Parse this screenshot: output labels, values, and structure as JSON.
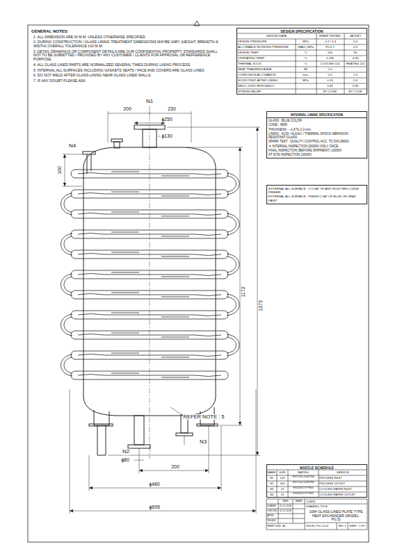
{
  "diagram": {
    "nodes": [
      {
        "text": [
          "DESIGN SPECIFICATION"
        ]
      },
      {
        "text": [
          "INTERNAL LINING SPECIFICATION",
          "GLASS : BLUE COLOR",
          "CODE : 9809",
          "THICKNESS : ~1.8 To 2.3 mm.",
          "LINING : ACID / ALKALI / THERMAL SHOCK ABRASION RESISTANT GLASS",
          "SPARK TEST : QUALITY CONTROL ACC. TO DIN 28063",
          "✕ INTERNAL INSPECTION 20000V ONLY ONCE",
          "FINAL INSPECTION (BEFORE SHIPMENT) 13000V",
          "AT SITE INSPECTION 10000V"
        ]
      },
      {
        "text": [
          "EXTERNAL ALL SURFACE : 2 COAT OF ANTI-RUST RED-OXIDE PRIMER",
          "EXTERNAL ALL SURFACE : FINISH COAT OF BLUE OR GRAY PAINT"
        ]
      },
      {
        "text": [
          "NOZZLE SCHEDULE"
        ]
      }
    ],
    "labels": [
      "GENERAL NOTES:",
      "1. ALL DIMENSION ARE IN M.M. UNLESS OTHERWISE SPECIFIED.",
      "2. DURING CONSTRUCTION / GLASS LINING TREATMENT DIMENSIONS MAYBE VARY (HEIGHT, BREADTH & WIDTH) OVERALL TOLERANCE ±10 M.M.",
      "3. DETAIL DRAWINGS OR COMPONENT DETAILS ARE OUR CONFIDENTIAL PROPERTY STANDARDS SHALL NOT TO BE SUBMITTED / PROVIDED BY ANY CUSTOMER / CLIENTS FOR APPROVAL OR REFFERENCE PURPOSE.",
      "4. ALL GLASS LINED PARTS ARE NORMALIZED SEVERAL TIMES DURING LINING PROCESS.",
      "5. INTERNAL ALL SURFACES INCLUDING GASKETS SEATS / FACE AND COVERS ARE GLASS LINED.",
      "6. DO NOT WELD AFTER GLASS-LINING NEAR GLASS LINED WALLS.",
      "7. IF ANY DOUBT PLEASE ASK.",
      "DESIGN DATA",
      "INNER VESSEL",
      "JACKET",
      "DESIGN PRESSURE",
      "MPa",
      "-0.1 / 0.4",
      "0.4",
      "ALLOWABLE WORKING PRESSURE",
      "(MAX.) MPa",
      "FV-0.1",
      "0.3",
      "DESIGN TEMP.",
      "°C",
      "200",
      "90",
      "OPERATING TEMP.",
      "°C",
      "0-180",
      "0-90",
      "THERMAL SOCK",
      "°C",
      "COOLING 110",
      "HEATING 120",
      "HEAT TRANSFER AREA",
      "M²",
      "5.0",
      "CORROSION ALLOWANCE",
      "mm.",
      "0.0",
      "1.0",
      "HYDROTEST AFTER LINING",
      "MPa",
      "0.13",
      "0.4",
      "WELD JOINT EFFICIENCY",
      "0.85",
      "0.85",
      "STRESS RELIEF",
      "BY CODE",
      "BY CODE",
      "MARK",
      "SIZE",
      "RATING",
      "SERVICE",
      "N1",
      "100",
      "HG/T2105-2008 PN6",
      "PROCESS INLET",
      "N2",
      "100",
      "HG/T2105-2008 PN6",
      "PROCESS OUTLET",
      "N3",
      "25",
      "HG/20592-97 PN16",
      "COOLING WATER INLET",
      "N4",
      "25",
      "HG/20592-97 PN16",
      "COOLING WATER OUTLET",
      "DATE",
      "NAME",
      "CLIENT:",
      "DRAWN",
      "01.12.2018",
      "CHECKED",
      "02.12.2018",
      "APPR.",
      "ISSUED",
      "SHEET SIZE : A4",
      "DRAWING_TITLE:",
      "10M² GLASS-LINED PLATE TYPE HEAT EXCHANGER (MODEL: PG.5)",
      "DRG.NO. PG.5-10-00",
      "REV.: 0",
      "SHEET : 1 OF 1",
      "N1",
      "200",
      "230",
      "ϕ250",
      "ϕ130",
      "N4",
      "100",
      "1172",
      "1373",
      "REFER NOTE : 5",
      "N2",
      "ϕ80",
      "N3",
      "200",
      "ϕ480",
      "ϕ695"
    ]
  }
}
